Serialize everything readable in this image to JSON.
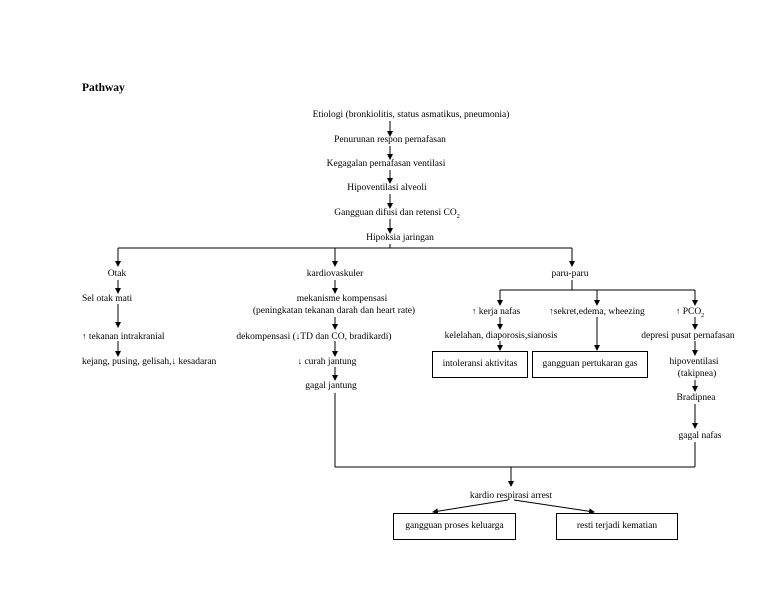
{
  "title": "Pathway",
  "chain": {
    "etiologi": "Etiologi (bronkiolitis, status asmatikus, pneumonia)",
    "penurunan": "Penurunan respon pernafasan",
    "kegagalan": "Kegagalan pernafasan ventilasi",
    "hipoventilasi_alveoli": "Hipoventilasi alveoli",
    "gangguan_difusi": "Gangguan difusi dan retensi CO",
    "gangguan_difusi_sub": "2",
    "hipoksia": "Hipoksia jaringan"
  },
  "otak": {
    "label": "Otak",
    "sel_otak": "Sel otak mati",
    "tekanan": "tekanan intrakranial",
    "kejang": "kejang, pusing, gelisah,",
    "kesadaran": "kesadaran"
  },
  "kardio": {
    "label": "kardiovaskuler",
    "mekanisme": "mekanisme kompensasi",
    "mekanisme_sub": "(peningkatan tekanan darah dan heart rate)",
    "dekompensasi_a": "dekompensasi (",
    "dekompensasi_b": "TD dan CO, bradikardi)",
    "curah": "curah jantung",
    "gagal_jantung": "gagal jantung"
  },
  "paru": {
    "label": "paru-paru",
    "kerja_nafas": "kerja nafas",
    "sekret": "sekret,edema, wheezing",
    "pco": "PCO",
    "pco_sub": "2",
    "kelelahan": "kelelahan, diaporosis,sianosis",
    "intoleransi": "intoleransi aktivitas",
    "pertukaran": "gangguan pertukaran gas",
    "depresi": "depresi pusat pernafasan",
    "hipoventilasi": "hipoventilasi",
    "takipnea": "(takipnea)",
    "bradipnea": "Bradipnea",
    "gagal_nafas": "gagal nafas"
  },
  "bottom": {
    "kardio_arrest": "kardio respirasi arrest",
    "keluarga": "gangguan proses keluarga",
    "kematian": "resti terjadi kematian"
  },
  "arrow_up": "↑",
  "arrow_down": "↓"
}
